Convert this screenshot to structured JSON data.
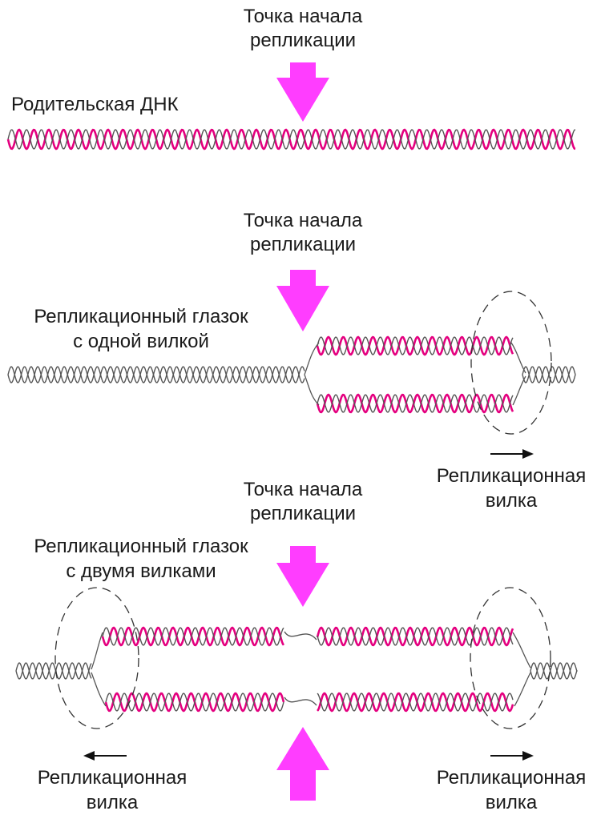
{
  "colors": {
    "strand_new": "#e4007f",
    "strand_old": "#555555",
    "arrow": "#ff3dff",
    "dash": "#333333"
  },
  "panel1": {
    "origin_label": [
      "Точка начала",
      "репликации"
    ],
    "parent_label": "Родительская ДНК"
  },
  "panel2": {
    "origin_label": [
      "Точка начала",
      "репликации"
    ],
    "bubble_label": [
      "Репликационный глазок",
      "с одной вилкой"
    ],
    "fork_label": [
      "Репликационная",
      "вилка"
    ]
  },
  "panel3": {
    "origin_label": [
      "Точка начала",
      "репликации"
    ],
    "bubble_label": [
      "Репликационный глазок",
      "с двумя вилками"
    ],
    "fork_left_label": [
      "Репликационная",
      "вилка"
    ],
    "fork_right_label": [
      "Репликационная",
      "вилка"
    ]
  }
}
